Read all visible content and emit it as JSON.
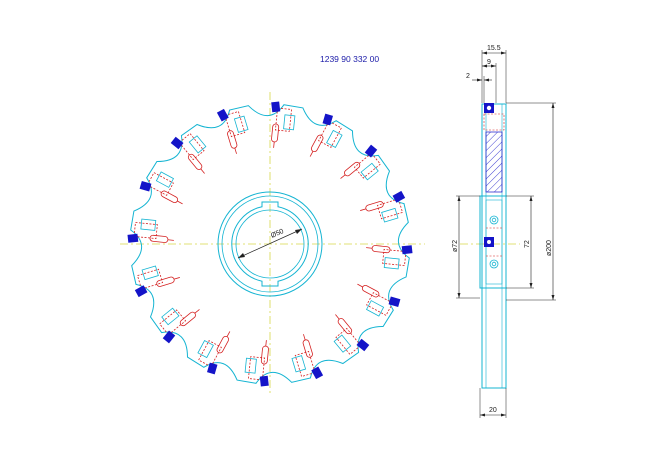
{
  "part_number": "1239 90 332 00",
  "front_view": {
    "insert_count": 16,
    "bore_label": "Ø50"
  },
  "side_view": {
    "dimensions": {
      "overall_width": "15.5",
      "offset_width": "9",
      "edge_offset": "2",
      "hub_width": "20",
      "hub_diameter": "ø72",
      "hub_height": "72",
      "outer_diameter": "ø200"
    }
  },
  "colors": {
    "outline": "#14b4d2",
    "center_line": "#d8d84a",
    "insert_pocket": "#d42020",
    "insert": "#1414c8",
    "dimension_line": "#202020"
  }
}
